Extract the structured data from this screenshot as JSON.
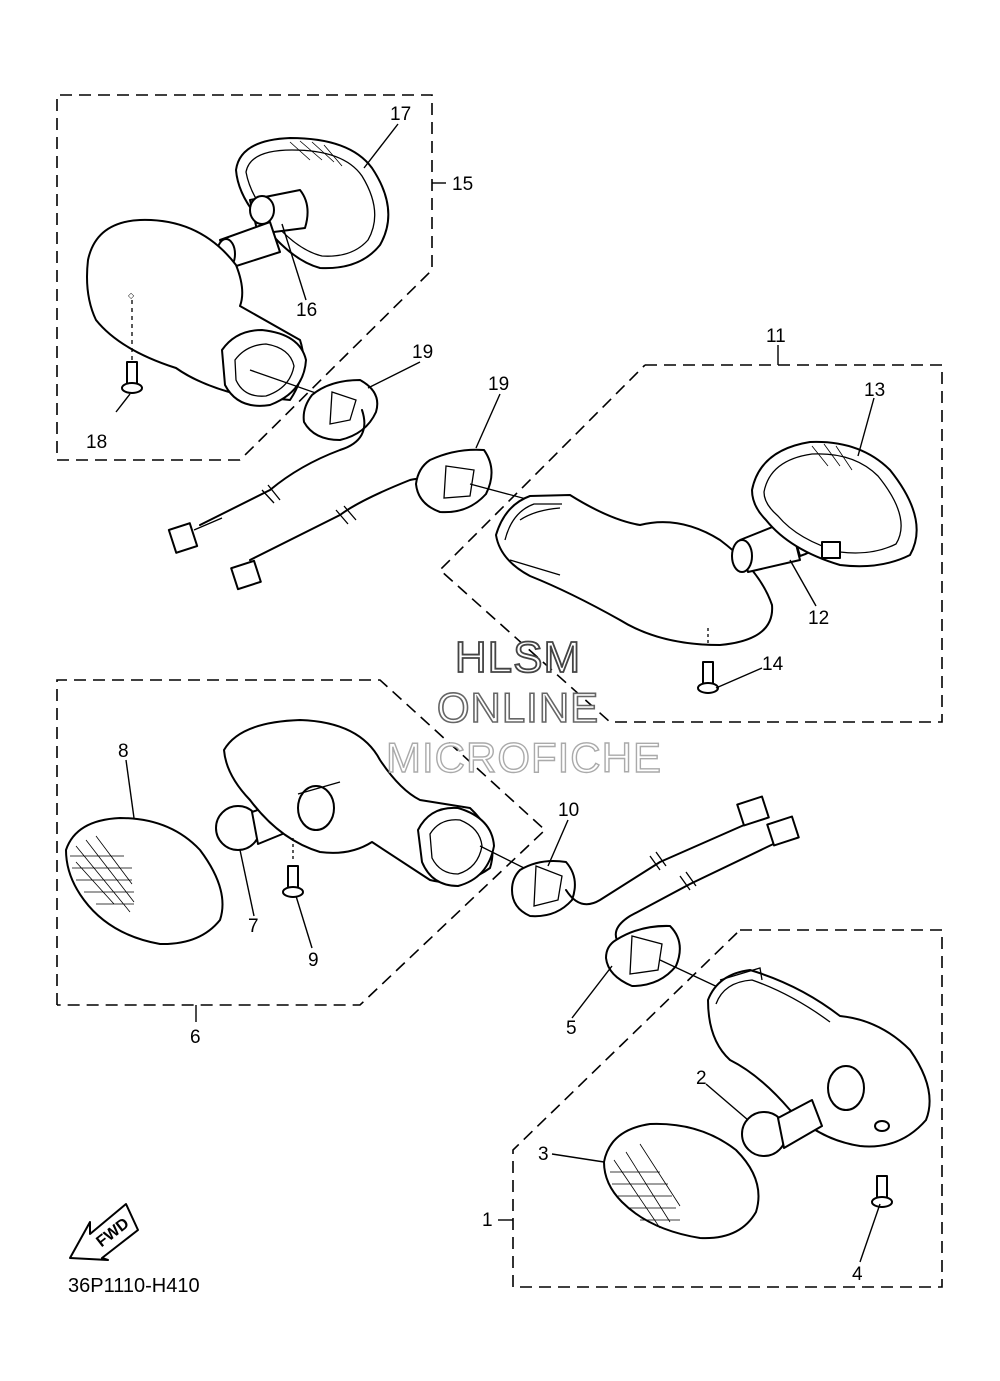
{
  "diagram": {
    "part_labels": {
      "p1": "1",
      "p2": "2",
      "p3": "3",
      "p4": "4",
      "p5": "5",
      "p6": "6",
      "p7": "7",
      "p8": "8",
      "p9": "9",
      "p10": "10",
      "p11": "11",
      "p12": "12",
      "p13": "13",
      "p14": "14",
      "p15": "15",
      "p16": "16",
      "p17": "17",
      "p18": "18",
      "p19a": "19",
      "p19b": "19"
    },
    "drawing_code": "36P1110-H410",
    "fwd_label": "FWD",
    "watermark": {
      "line1": "HLSM",
      "line2": "ONLINE",
      "line3": "MICROFICHE"
    }
  }
}
